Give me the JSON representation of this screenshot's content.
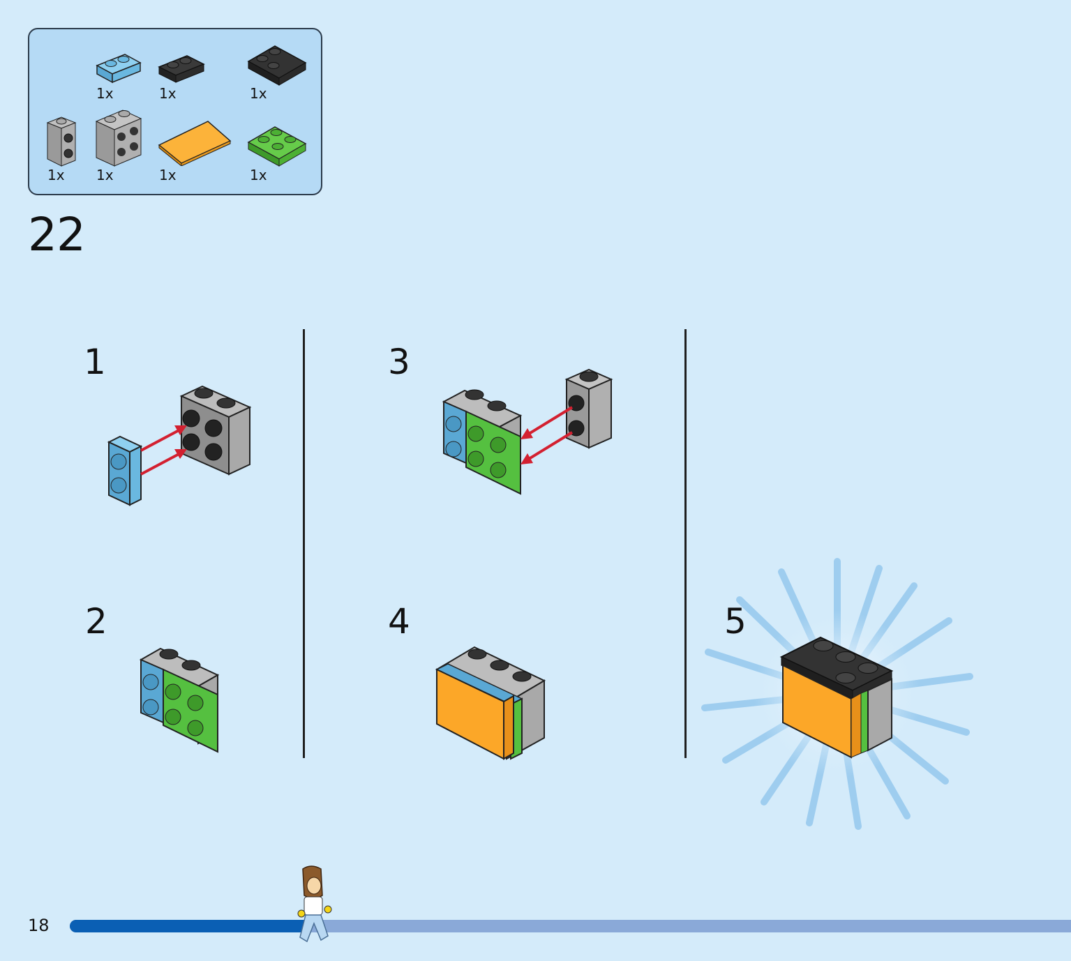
{
  "page": {
    "number": "18",
    "background": "#d4ebfa"
  },
  "step": {
    "number": "22"
  },
  "parts": [
    {
      "icon": "blue-plate-1x2-icon",
      "qty": "1x",
      "color": "#6ab4dc"
    },
    {
      "icon": "black-plate-1x2-icon",
      "qty": "1x",
      "color": "#2c2c2c"
    },
    {
      "icon": "black-plate-2x2-corner-icon",
      "qty": "1x",
      "color": "#2c2c2c"
    },
    {
      "icon": "gray-brick-1x1-studs-side-icon",
      "qty": "1x",
      "color": "#a4a4a4"
    },
    {
      "icon": "gray-brick-1x2-studs-side-icon",
      "qty": "1x",
      "color": "#a4a4a4"
    },
    {
      "icon": "orange-tile-2x4-icon",
      "qty": "1x",
      "color": "#fca728"
    },
    {
      "icon": "green-plate-2x2-icon",
      "qty": "1x",
      "color": "#55c040"
    }
  ],
  "substeps": [
    {
      "number": "1",
      "illustration": "attach-blue-plate-to-gray-brick-illustration"
    },
    {
      "number": "2",
      "illustration": "blue-green-plates-on-gray-brick-illustration"
    },
    {
      "number": "3",
      "illustration": "attach-gray-brick-to-side-illustration"
    },
    {
      "number": "4",
      "illustration": "add-orange-tile-illustration"
    },
    {
      "number": "5",
      "illustration": "completed-battery-model-with-glow-illustration"
    }
  ],
  "progress": {
    "fraction": 0.24,
    "fill_color": "#0a5fb4",
    "track_color": "#8aa9d8",
    "figure_icon": "minifigure-walking-icon"
  }
}
